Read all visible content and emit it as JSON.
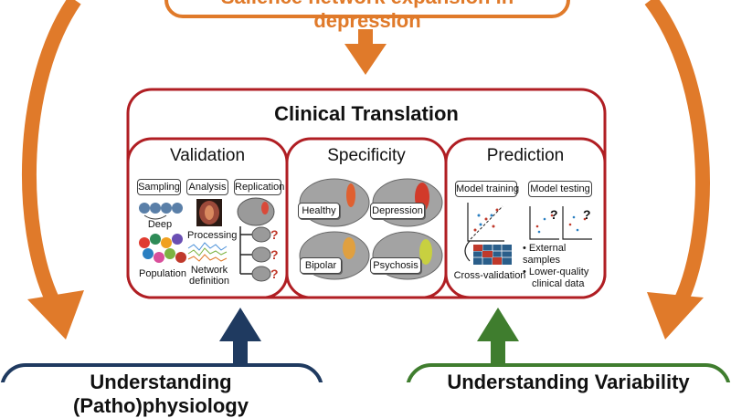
{
  "top_banner": {
    "text": "Salience network expansion in depression"
  },
  "main": {
    "title": "Clinical Translation",
    "validation": {
      "title": "Validation",
      "tabs": [
        "Sampling",
        "Analysis",
        "Replication"
      ],
      "labels": {
        "deep": "Deep",
        "population": "Population",
        "processing": "Processing",
        "network_definition": "Network\ndefinition"
      }
    },
    "specificity": {
      "title": "Specificity",
      "conditions": [
        "Healthy",
        "Depression",
        "Bipolar",
        "Psychosis"
      ]
    },
    "prediction": {
      "title": "Prediction",
      "tabs": [
        "Model training",
        "Model testing"
      ],
      "cross_validation": "Cross-validation",
      "bullets": [
        "External samples",
        "Lower-quality clinical data"
      ]
    }
  },
  "bottom_left": {
    "text": "Understanding (Patho)physiology"
  },
  "bottom_right": {
    "text": "Understanding Variability"
  },
  "colors": {
    "orange": "#e07a2a",
    "red": "#b01e23",
    "navy": "#1f3a60",
    "green": "#3f7d2e"
  }
}
